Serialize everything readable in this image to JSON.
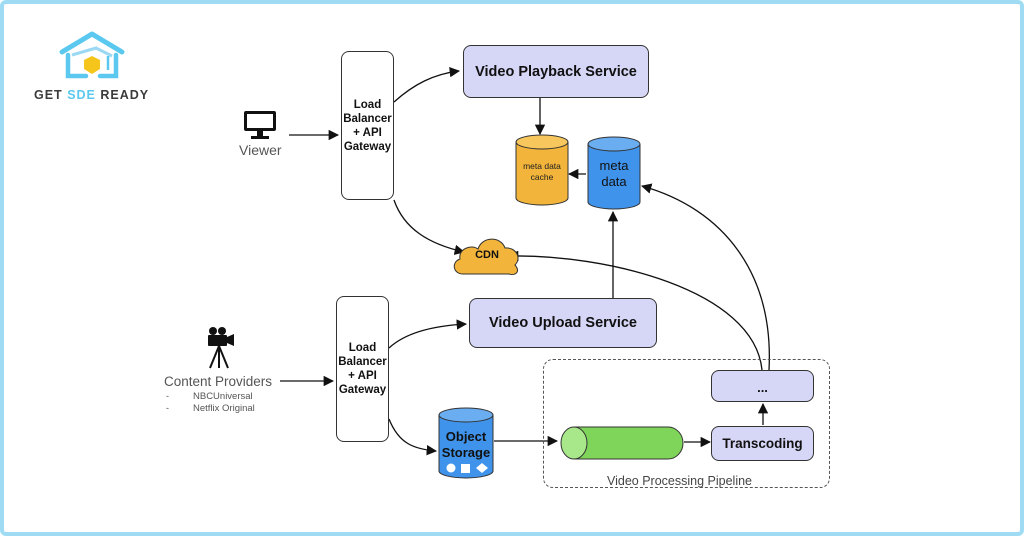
{
  "brand": {
    "part1": "GET",
    "part2": "SDE",
    "part3": "READY"
  },
  "viewer": {
    "label": "Viewer"
  },
  "content_providers": {
    "label": "Content Providers",
    "items": [
      "NBCUniversal",
      "Netflix Original"
    ],
    "bullet": "-"
  },
  "gateway_top": {
    "label": "Load\nBalancer\n+ API\nGateway"
  },
  "gateway_bottom": {
    "label": "Load\nBalancer\n+ API\nGateway"
  },
  "playback_service": {
    "label": "Video Playback Service"
  },
  "upload_service": {
    "label": "Video Upload Service"
  },
  "metadata_cache": {
    "label": "meta data\ncache"
  },
  "metadata": {
    "label": "meta\ndata"
  },
  "cdn": {
    "label": "CDN"
  },
  "object_storage": {
    "label": "Object\nStorage"
  },
  "transcoding": {
    "label": "Transcoding"
  },
  "ellipsis_stage": {
    "label": "..."
  },
  "pipeline": {
    "label": "Video Processing Pipeline"
  },
  "colors": {
    "service_fill": "#d6d6f7",
    "cache_orange": "#f2b43a",
    "db_blue": "#3f93ea",
    "queue_green": "#7fd45a",
    "brand_cyan": "#5bc8ef",
    "frame_border": "#9fdcf3"
  }
}
